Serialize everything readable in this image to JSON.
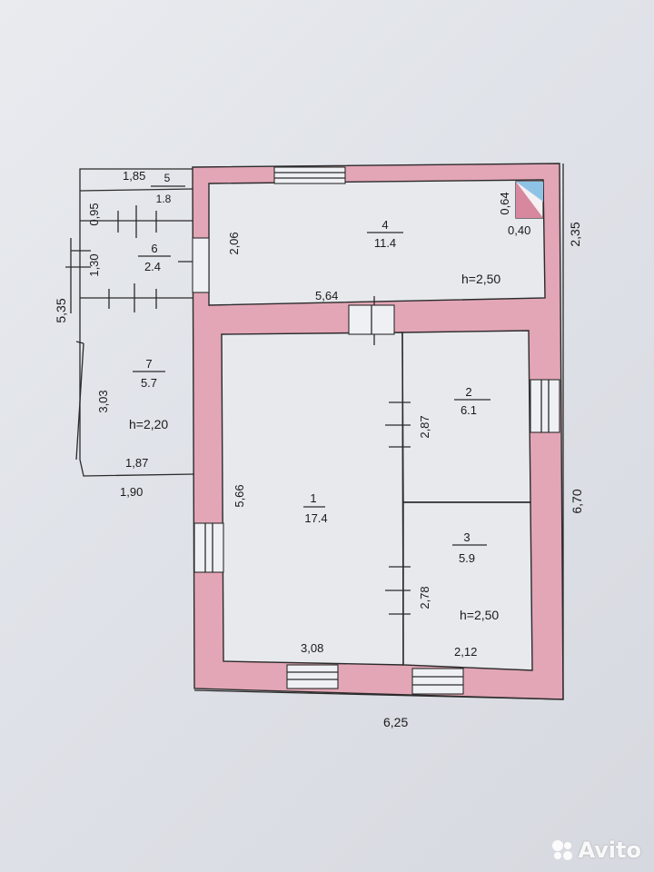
{
  "rooms": [
    {
      "number": "1",
      "area": "17.4"
    },
    {
      "number": "2",
      "area": "6.1"
    },
    {
      "number": "3",
      "area": "5.9"
    },
    {
      "number": "4",
      "area": "11.4"
    },
    {
      "number": "5",
      "area": "1.8"
    },
    {
      "number": "6",
      "area": "2.4"
    },
    {
      "number": "7",
      "area": "5.7"
    }
  ],
  "dimensions": {
    "d_185": "1,85",
    "d_095": "0,95",
    "d_130": "1,30",
    "d_535": "5,35",
    "d_206": "2,06",
    "d_303": "3,03",
    "d_187": "1,87",
    "d_190": "1,90",
    "d_564": "5,64",
    "d_064": "0,64",
    "d_040": "0,40",
    "d_235": "2,35",
    "d_566": "5,66",
    "d_287": "2,87",
    "d_278": "2,78",
    "d_670": "6,70",
    "d_308": "3,08",
    "d_212": "2,12",
    "d_625": "6,25"
  },
  "heights": {
    "room4": "h=2,50",
    "room7": "h=2,20",
    "room3": "h=2,50"
  },
  "watermark": {
    "brand": "Avito"
  },
  "colors": {
    "wall": "#e3a6b6",
    "lines": "#2b2b2b",
    "paper": "#e7e9ed"
  }
}
